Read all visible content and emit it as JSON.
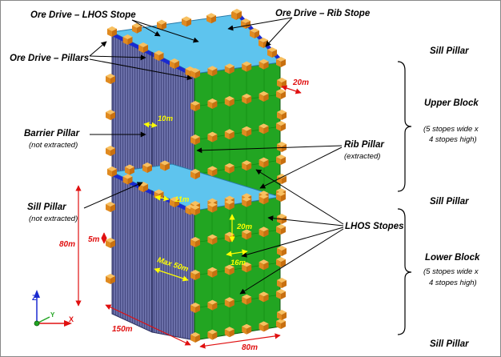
{
  "labels": {
    "ore_drive_lhos": "Ore Drive – LHOS Stope",
    "ore_drive_rib": "Ore Drive – Rib Stope",
    "ore_drive_pillars": "Ore Drive – Pillars",
    "barrier_pillar": "Barrier Pillar",
    "barrier_pillar_sub": "(not extracted)",
    "sill_pillar_left": "Sill Pillar",
    "sill_pillar_left_sub": "(not extracted)",
    "rib_pillar": "Rib Pillar",
    "rib_pillar_sub": "(extracted)",
    "lhos_stopes": "LHOS Stopes"
  },
  "right_column": {
    "sill_top": "Sill Pillar",
    "upper_block": "Upper Block",
    "upper_block_sub1": "(5 stopes wide x",
    "upper_block_sub2": "4 stopes high)",
    "sill_mid": "Sill Pillar",
    "lower_block": "Lower Block",
    "lower_block_sub1": "(5 stopes wide x",
    "lower_block_sub2": "4 stopes high)",
    "sill_bottom": "Sill Pillar"
  },
  "dimensions": {
    "d_20m_top": "20m",
    "d_10m": "10m",
    "d_11m": "11m",
    "d_20m_green": "20m",
    "d_5m": "5m",
    "d_80m_height": "80m",
    "d_max50m": "Max 50m",
    "d_16m": "16m",
    "d_150m": "150m",
    "d_80m_width": "80m"
  },
  "axes": {
    "z": "Z",
    "x": "X",
    "y": "Y"
  },
  "colors": {
    "pillar_face": "#6a6fa8",
    "stope_face": "#22a522",
    "drive_cyan": "#5ec4ee",
    "drive_blue": "#1a2ad0",
    "drive_orange": "#f0a030",
    "dim_red": "#e01010",
    "dim_yellow": "#ffff00",
    "border": "#888888"
  }
}
